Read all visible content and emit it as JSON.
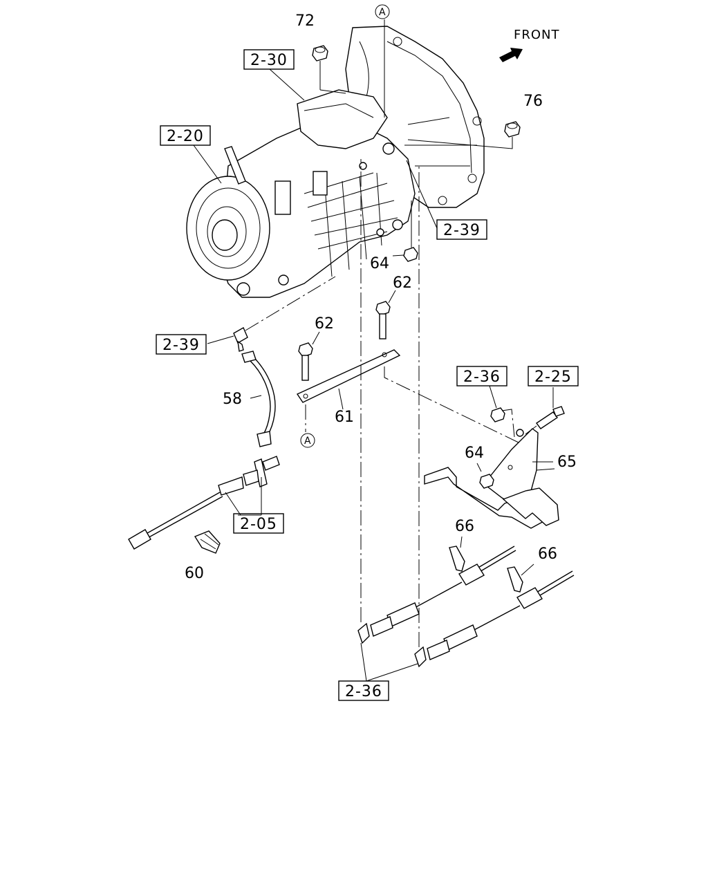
{
  "orientation": {
    "label": "FRONT"
  },
  "callouts": {
    "p72": "72",
    "p76": "76",
    "p64a": "64",
    "p62a": "62",
    "p62b": "62",
    "p58": "58",
    "p61": "61",
    "p64b": "64",
    "p65": "65",
    "p66a": "66",
    "p66b": "66",
    "p60": "60"
  },
  "references": {
    "r230": "2-30",
    "r220": "2-20",
    "r239a": "2-39",
    "r239b": "2-39",
    "r236a": "2-36",
    "r225": "2-25",
    "r205": "2-05",
    "r236b": "2-36"
  },
  "markers": {
    "a_top": "A",
    "a_bottom": "A"
  }
}
